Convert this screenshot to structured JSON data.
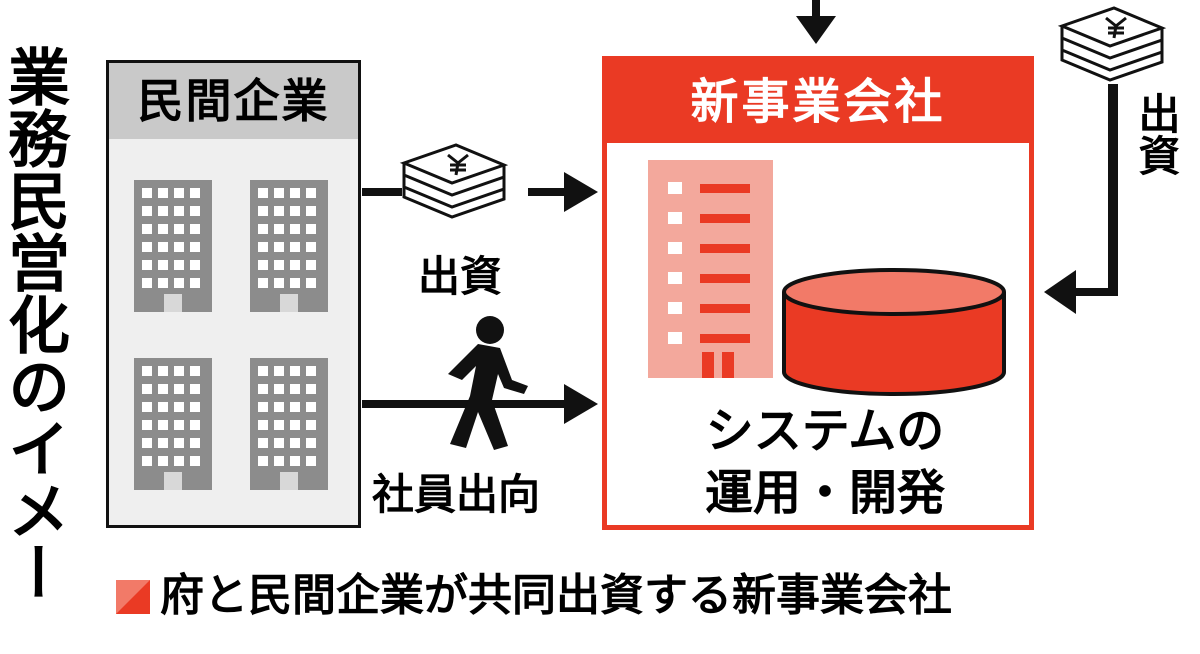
{
  "title": "業務民営化のイメー",
  "left_box": {
    "header": "民間企業"
  },
  "right_box": {
    "header": "新事業会社",
    "system_line1": "システムの",
    "system_line2": "運用・開発"
  },
  "arrows": {
    "investment_label": "出資",
    "secondment_label": "社員出向",
    "right_investment_label": "出資"
  },
  "legend": {
    "text": "府と民間企業が共同出資する新事業会社"
  },
  "icons": {
    "money": "money-stack-icon",
    "yen_symbol": "¥",
    "person": "walking-person-icon"
  },
  "colors": {
    "accent": "#ea3a24",
    "building_gray": "#8c8c8c",
    "building_light_red": "#f3a89c"
  }
}
